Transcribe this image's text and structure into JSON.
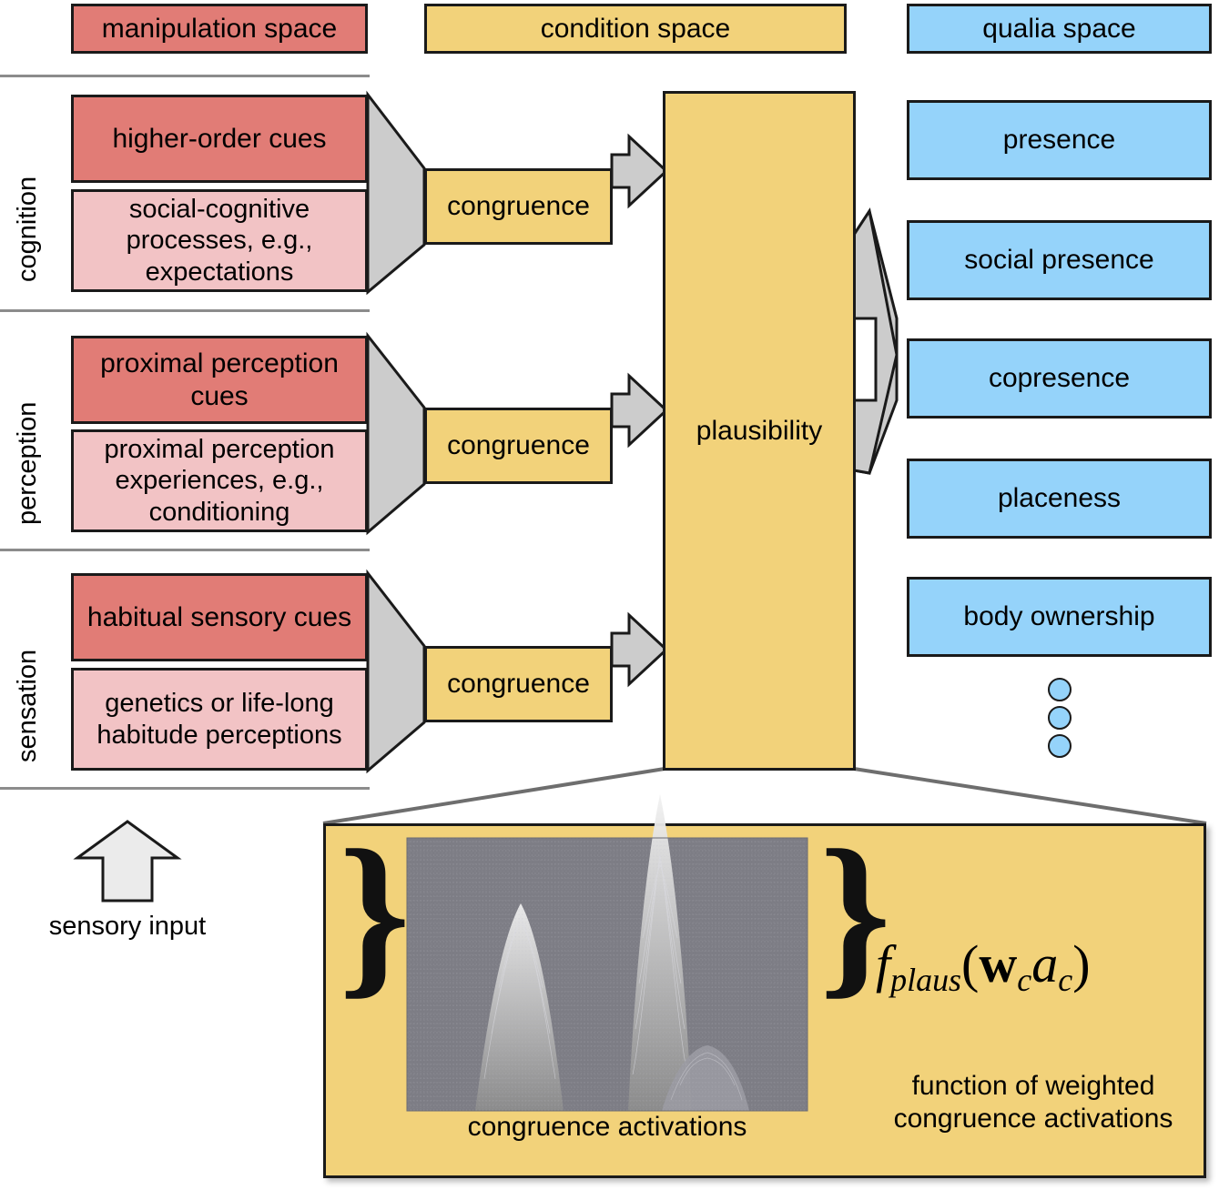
{
  "headers": {
    "manipulation_space": "manipulation space",
    "condition_space": "condition space",
    "qualia_space": "qualia space"
  },
  "stages": [
    {
      "label": "cognition",
      "cue_box": "higher-order cues",
      "experience_box": "social-cognitive processes, e.g., expectations",
      "congruence": "congruence"
    },
    {
      "label": "perception",
      "cue_box": "proximal perception cues",
      "experience_box": "proximal perception experiences, e.g., conditioning",
      "congruence": "congruence"
    },
    {
      "label": "sensation",
      "cue_box": "habitual sensory cues",
      "experience_box": "genetics or life-long habitude perceptions",
      "congruence": "congruence"
    }
  ],
  "plausibility": {
    "label": "plausibility"
  },
  "qualia": [
    {
      "label": "presence"
    },
    {
      "label": "social presence"
    },
    {
      "label": "copresence"
    },
    {
      "label": "placeness"
    },
    {
      "label": "body ownership"
    }
  ],
  "qualia_more_indicator": "three vertical dots indicating more qualia",
  "sensory_input": {
    "label": "sensory input"
  },
  "detail_panel": {
    "surface_caption": "congruence activations",
    "formula": {
      "f": "f",
      "f_sub": "plaus",
      "open_paren": "(",
      "w": "w",
      "w_sub": "c",
      "a": "a",
      "a_sub": "c",
      "close_paren": ")"
    },
    "formula_caption": "function of weighted congruence activations"
  },
  "colors": {
    "cue_red": "#e17c76",
    "experience_pink": "#f2c3c5",
    "condition_yellow": "#f2d27a",
    "qualia_blue": "#95d3fa",
    "funnel_gray": "#cccccc",
    "outline": "#1a1a1a",
    "separator": "#8c8c8c"
  }
}
